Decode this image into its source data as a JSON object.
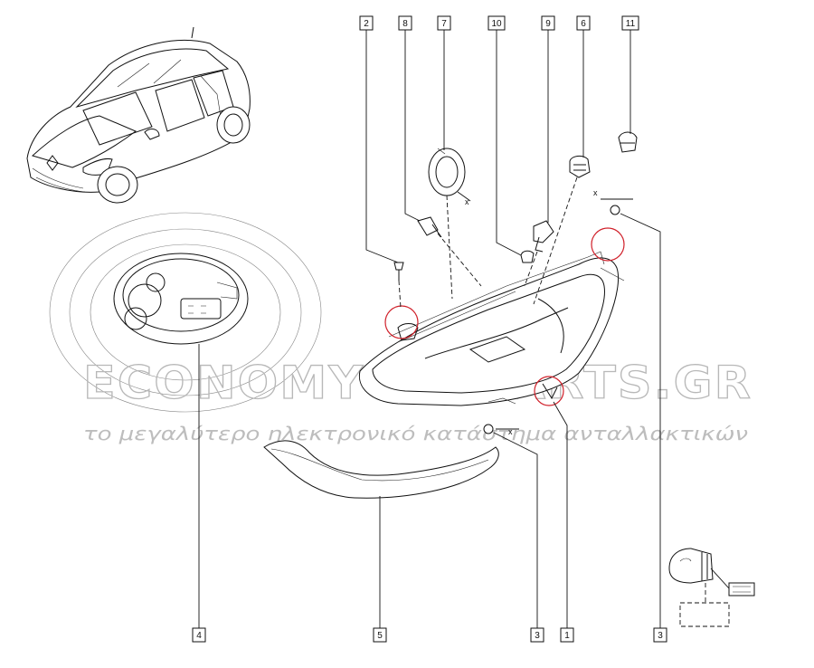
{
  "callouts": [
    {
      "id": "c2-top",
      "label": "2"
    },
    {
      "id": "c8",
      "label": "8"
    },
    {
      "id": "c7",
      "label": "7"
    },
    {
      "id": "c10",
      "label": "10"
    },
    {
      "id": "c9",
      "label": "9"
    },
    {
      "id": "c6",
      "label": "6"
    },
    {
      "id": "c11",
      "label": "11"
    },
    {
      "id": "c4",
      "label": "4"
    },
    {
      "id": "c5",
      "label": "5"
    },
    {
      "id": "c3-mid",
      "label": "3"
    },
    {
      "id": "c1",
      "label": "1"
    },
    {
      "id": "c3-right",
      "label": "3"
    }
  ],
  "axis_marks": [
    "x",
    "x",
    "x"
  ],
  "watermark": {
    "brand": "ECONOMYCARPARTS.GR",
    "tagline": "το μεγαλύτερο ηλεκτρονικό κατάστημα ανταλλακτικών"
  },
  "colors": {
    "line": "#111111",
    "highlight": "#d0202a",
    "watermark": "#b8b8b8"
  }
}
